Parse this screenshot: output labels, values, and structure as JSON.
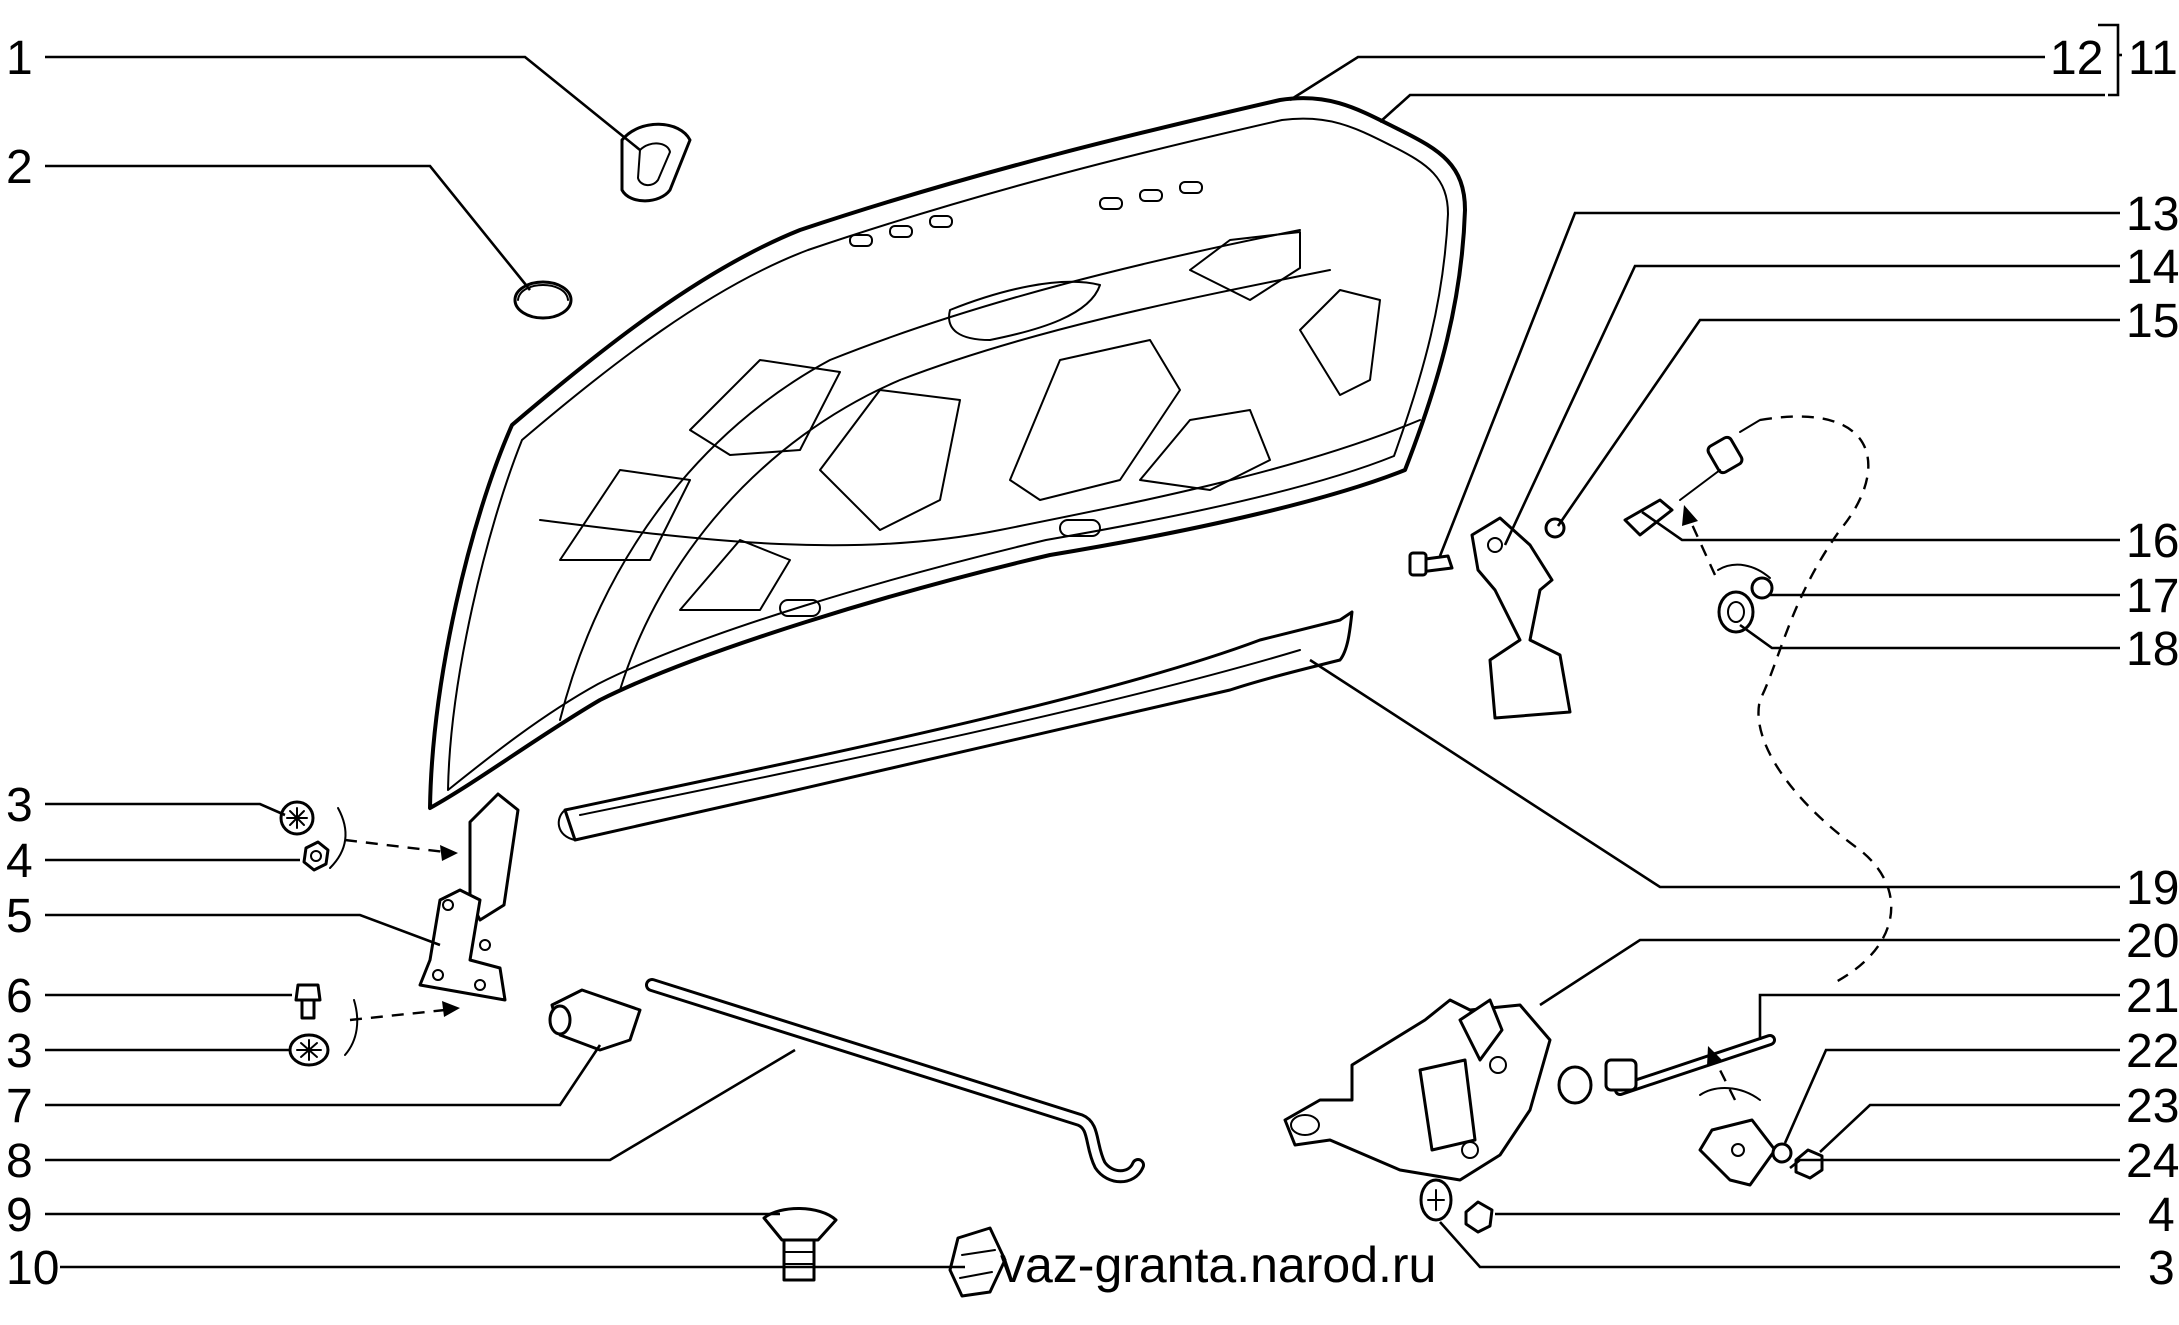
{
  "callouts": {
    "c1": "1",
    "c2": "2",
    "c3a": "3",
    "c4a": "4",
    "c5": "5",
    "c6": "6",
    "c3b": "3",
    "c7": "7",
    "c8": "8",
    "c9": "9",
    "c10": "10",
    "c12": "12",
    "c11": "11",
    "c13": "13",
    "c14": "14",
    "c15": "15",
    "c16": "16",
    "c17": "17",
    "c18": "18",
    "c19": "19",
    "c20": "20",
    "c21": "21",
    "c22": "22",
    "c23": "23",
    "c24": "24",
    "c4b": "4",
    "c3c": "3"
  },
  "watermark": "vaz-granta.narod.ru"
}
